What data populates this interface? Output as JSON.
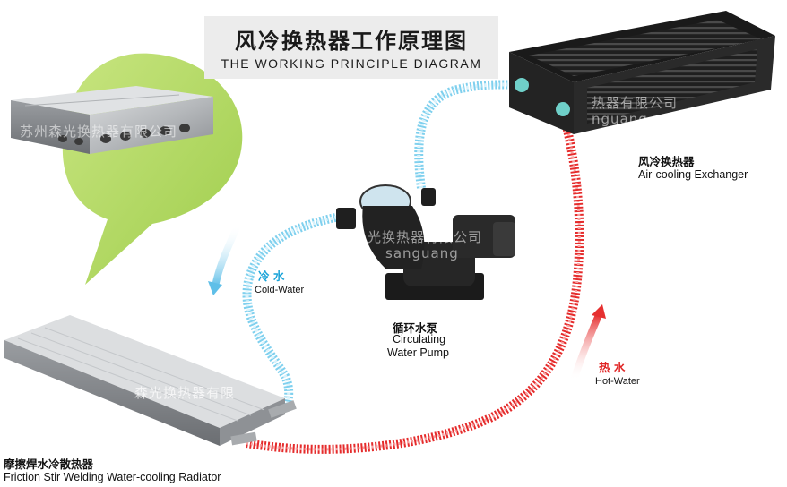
{
  "title": {
    "cn": "风冷换热器工作原理图",
    "en": "THE WORKING PRINCIPLE DIAGRAM"
  },
  "components": {
    "exchanger": {
      "cn": "风冷换热器",
      "en": "Air-cooling Exchanger"
    },
    "pump": {
      "cn": "循环水泵",
      "en_line1": "Circulating",
      "en_line2": "Water Pump"
    },
    "radiator": {
      "cn": "摩擦焊水冷散热器",
      "en": "Friction Stir Welding Water-cooling Radiator"
    }
  },
  "flows": {
    "cold": {
      "cn": "冷 水",
      "en": "Cold-Water",
      "color": "#7fd0ee"
    },
    "hot": {
      "cn": "热 水",
      "en": "Hot-Water",
      "color": "#e52b2b"
    }
  },
  "watermarks": {
    "top_left": "苏州森光换热器有限公司",
    "exchanger": "热器有限公司",
    "exchanger_en": "nguang",
    "pump": "光换热器有限公司",
    "pump_en": "sanguang",
    "radiator": "森光换热器有限"
  },
  "colors": {
    "bubble": "#b7da6b",
    "cold_pipe": "#7fd0ee",
    "hot_pipe": "#e52b2b"
  }
}
